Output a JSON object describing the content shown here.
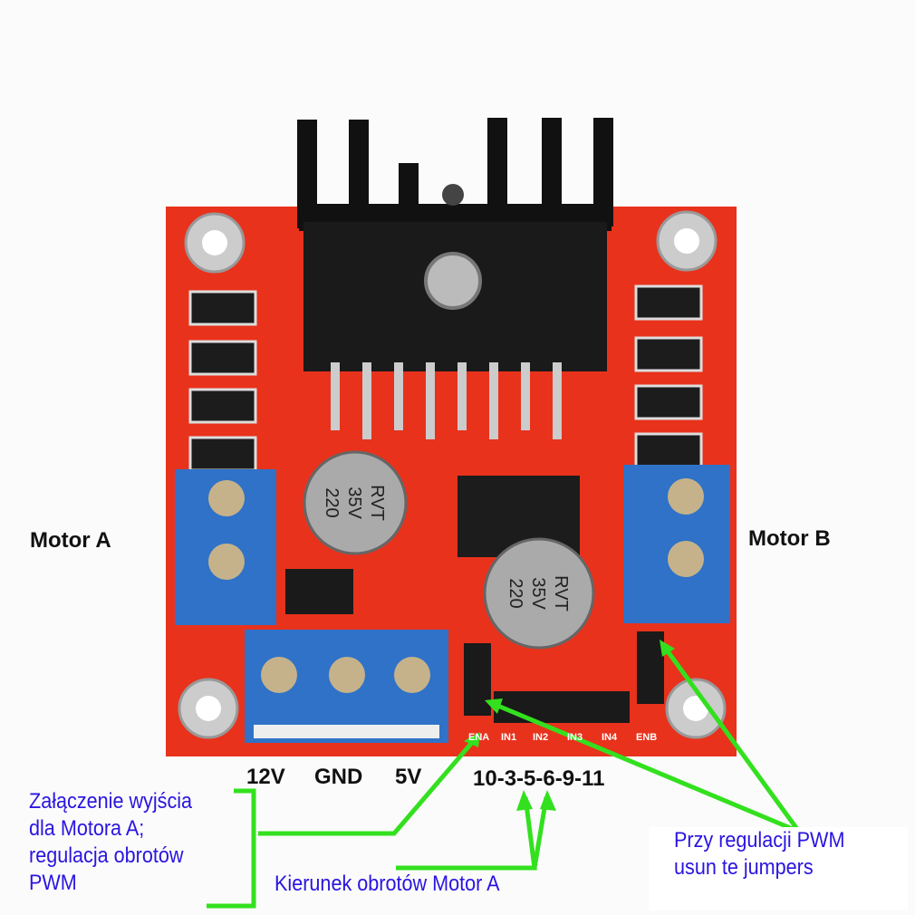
{
  "labels": {
    "motor_a": "Motor A",
    "motor_b": "Motor B",
    "power": [
      "12V",
      "GND",
      "5V"
    ],
    "pins_arduino": "10-3-5-6-9-11"
  },
  "board_pins": [
    "ENA",
    "IN1",
    "IN2",
    "IN3",
    "IN4",
    "ENB"
  ],
  "capacitor_marking": [
    "220",
    "35V",
    "RVT"
  ],
  "notes": {
    "enable": "Załączenie wyjścia\ndla Motora A;\nregulacja obrotów\nPWM",
    "direction": "Kierunek obrotów Motor A",
    "jumpers": "Przy regulacji PWM\nusun te jumpers"
  },
  "colors": {
    "board": "#e8321c",
    "terminal": "#2f72c8",
    "annotation_line": "#33e01e",
    "annotation_text": "#2a14e0"
  }
}
